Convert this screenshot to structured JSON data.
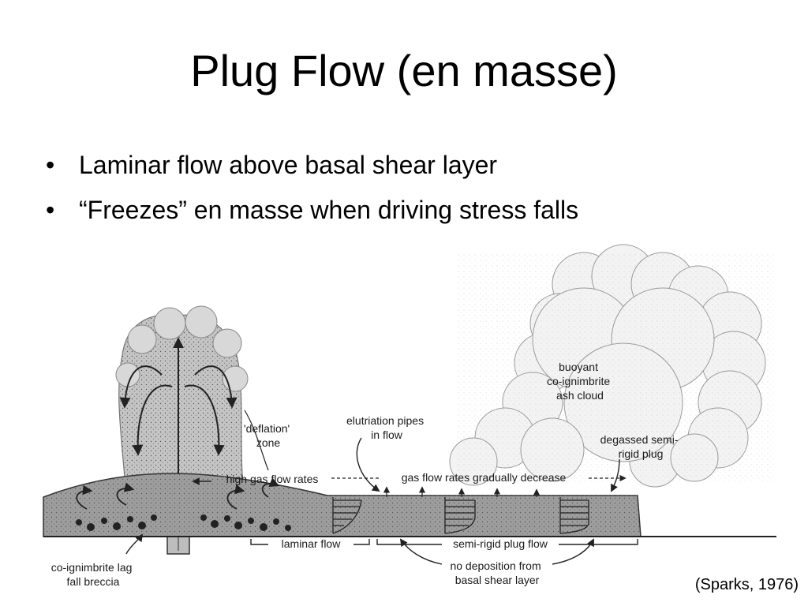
{
  "slide": {
    "title": "Plug Flow (en masse)",
    "bullets": [
      {
        "marker": "•",
        "text": "Laminar flow above basal shear layer"
      },
      {
        "marker": "•",
        "text": "“Freezes” en masse when driving stress falls"
      }
    ],
    "citation": "(Sparks, 1976)"
  },
  "diagram": {
    "labels": {
      "ash_cloud": [
        "buoyant",
        "co-ignimbrite",
        "ash cloud"
      ],
      "deflation_zone": [
        "'deflation'",
        "zone"
      ],
      "elutriation_pipes": [
        "elutriation pipes",
        "in flow"
      ],
      "degassed_plug": [
        "degassed semi-",
        "rigid plug"
      ],
      "high_gas": "high gas flow rates",
      "gas_decrease": "gas flow rates gradually decrease",
      "laminar_flow": "laminar flow",
      "semi_rigid_flow": "semi-rigid plug flow",
      "lag_breccia": [
        "co-ignimbrite lag",
        "fall breccia"
      ],
      "no_deposition": [
        "no deposition from",
        "basal shear layer"
      ]
    },
    "colors": {
      "ink": "#222222",
      "flow_fill": "#9a9a9a",
      "column_fill": "#b5b5b5",
      "cloud_fill": "#f1f1f1"
    }
  }
}
